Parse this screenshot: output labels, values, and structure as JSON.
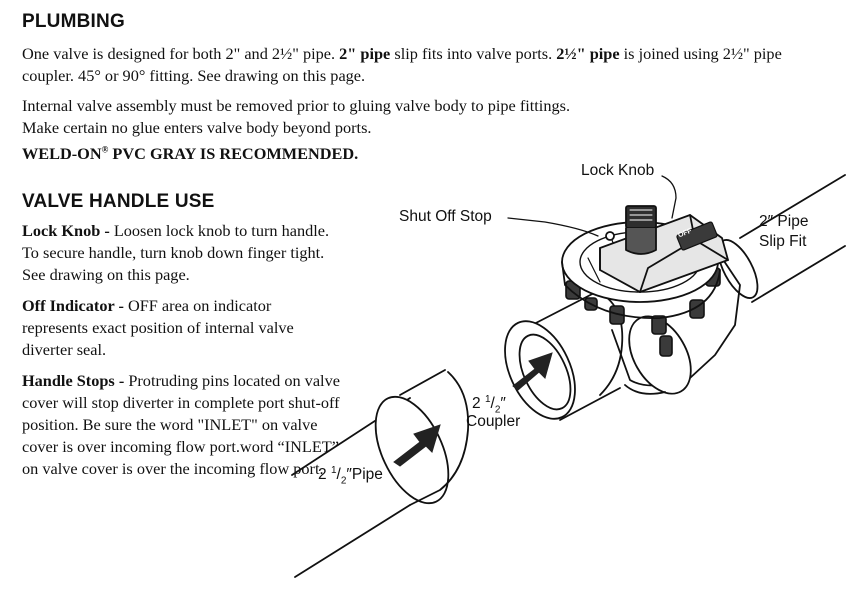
{
  "plumbing": {
    "heading": "PLUMBING",
    "p1": {
      "t1": "One valve is designed for both 2\" and 2½\" pipe. ",
      "b1": "2\" pipe",
      "t2": " slip fits into valve ports. ",
      "b2": "2½\" pipe",
      "t3": " is joined using 2½\" pipe coupler. 45° or 90° fitting. See drawing on this page."
    },
    "p2_line1": "Internal valve assembly must be removed prior to gluing valve body to pipe fittings.",
    "p2_line2": "Make certain no glue enters valve body beyond ports.",
    "p2_bold_a": "WELD-ON",
    "p2_bold_reg": "®",
    "p2_bold_b": " PVC GRAY IS RECOMMENDED."
  },
  "handle": {
    "heading": "VALVE HANDLE USE",
    "lock_knob": {
      "label": "Lock Knob -",
      "text": " Loosen lock knob to turn handle. To secure handle, turn knob down finger tight. See drawing on this page."
    },
    "off_indicator": {
      "label": "Off Indicator -",
      "text": " OFF area on indicator represents exact position of internal valve diverter seal."
    },
    "handle_stops": {
      "label": "Handle Stops -",
      "text": " Protruding pins located on valve cover will stop diverter in complete port shut-off position. Be sure the word \"INLET\" on valve cover is over incoming flow port.word “INLET” on valve cover is over the incoming flow port."
    }
  },
  "diagram": {
    "lock_knob": "Lock Knob",
    "shut_off_stop": "Shut Off Stop",
    "pipe_2_line1": "2″ Pipe",
    "pipe_2_line2": "Slip Fit",
    "coupler_whole": "2",
    "coupler_num": "1",
    "coupler_den": "2",
    "coupler_prime": "″",
    "coupler_word": "Coupler",
    "pipe25_whole": "2",
    "pipe25_num": "1",
    "pipe25_den": "2",
    "pipe25_tail": "″Pipe",
    "knob_text": "OFF"
  }
}
